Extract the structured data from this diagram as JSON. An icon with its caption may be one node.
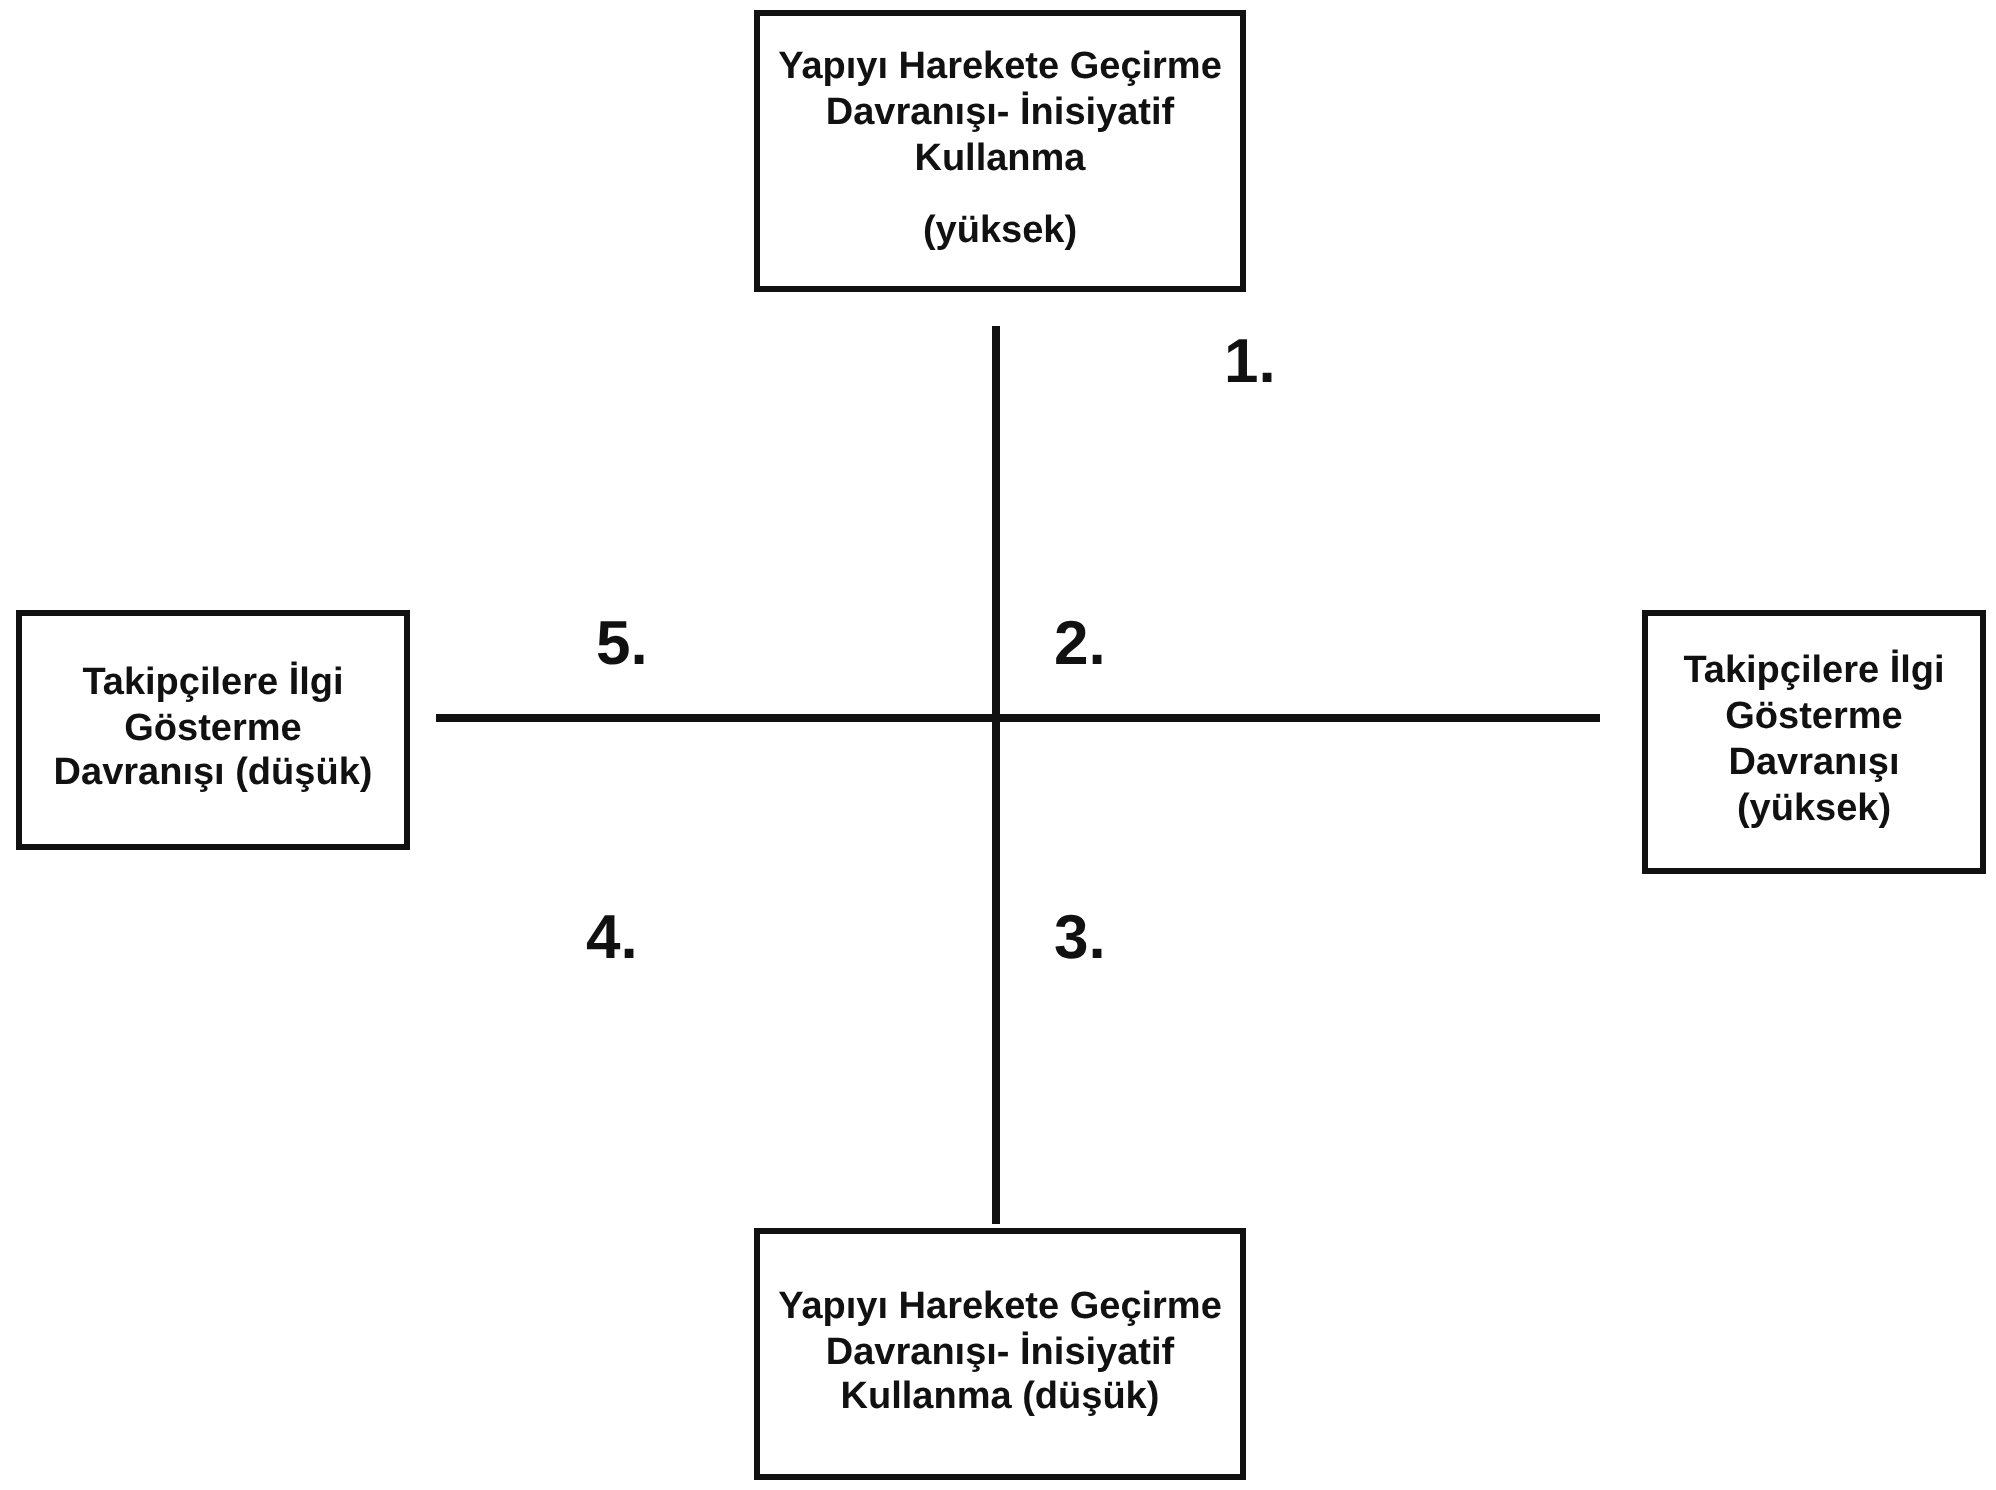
{
  "diagram": {
    "nodes": [
      {
        "text": [
          "Yapıyı Harekete Geçirme Davranışı- İnisiyatif Kullanma",
          "(yüksek)"
        ]
      },
      {
        "text": [
          "Takipçilere İlgi Gösterme Davranışı (düşük)"
        ]
      },
      {
        "text": [
          "Takipçilere İlgi Gösterme Davranışı (yüksek)"
        ]
      },
      {
        "text": [
          "Yapıyı Harekete Geçirme Davranışı- İnisiyatif Kullanma (düşük)"
        ]
      }
    ],
    "edges": [],
    "labels": [
      "1.",
      "5.",
      "2.",
      "4.",
      "3."
    ]
  }
}
